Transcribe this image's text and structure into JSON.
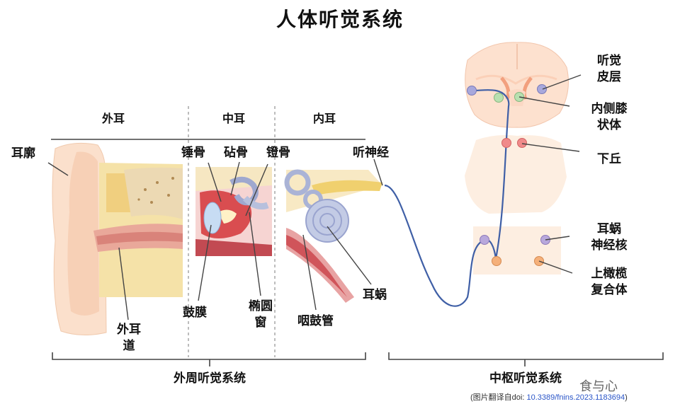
{
  "title": "人体听觉系统",
  "sections": {
    "outer_ear": "外耳",
    "middle_ear": "中耳",
    "inner_ear": "内耳",
    "peripheral": "外周听觉系统",
    "central": "中枢听觉系统"
  },
  "labels": {
    "pinna": "耳廓",
    "ear_canal_1": "外耳",
    "ear_canal_2": "道",
    "malleus": "锤骨",
    "incus": "砧骨",
    "stapes": "镫骨",
    "eardrum": "鼓膜",
    "oval_window_1": "椭圆",
    "oval_window_2": "窗",
    "auditory_nerve": "听神经",
    "cochlea": "耳蜗",
    "eustachian_tube": "咽鼓管",
    "auditory_cortex_1": "听觉",
    "auditory_cortex_2": "皮层",
    "mgn_1": "内侧膝",
    "mgn_2": "状体",
    "inferior_colliculus": "下丘",
    "cochlear_nucleus_1": "耳蜗",
    "cochlear_nucleus_2": "神经核",
    "superior_olive_1": "上橄榄",
    "superior_olive_2": "复合体"
  },
  "credit": {
    "prefix": "(图片翻译自doi: ",
    "doi": "10.3389/fnins.2023.1183694",
    "suffix": ")"
  },
  "watermark": "食与心",
  "colors": {
    "nerve": "#3f5fa6",
    "node_purple": "#a8a8dc",
    "node_green": "#b8e0b0",
    "node_red": "#f08a8a",
    "node_orange": "#f5b07a",
    "skin": "#fbe3cf",
    "bone": "#f3d58e",
    "cochlea": "#b7c0dd"
  }
}
